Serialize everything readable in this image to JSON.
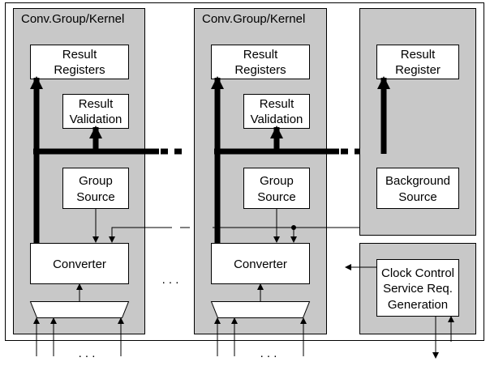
{
  "group_left": {
    "title": "Conv.Group/Kernel",
    "result_registers": [
      "Result",
      "Registers"
    ],
    "result_validation": [
      "Result",
      "Validation"
    ],
    "group_source": [
      "Group",
      "Source"
    ],
    "converter": "Converter",
    "input_ellipsis": ". . ."
  },
  "group_middle": {
    "title": "Conv.Group/Kernel",
    "result_registers": [
      "Result",
      "Registers"
    ],
    "result_validation": [
      "Result",
      "Validation"
    ],
    "group_source": [
      "Group",
      "Source"
    ],
    "converter": "Converter",
    "input_ellipsis": ". . ."
  },
  "background": {
    "result_register": [
      "Result",
      "Register"
    ],
    "background_source": [
      "Background",
      "Source"
    ]
  },
  "clock_control": [
    "Clock Control",
    "Service Req.",
    "Generation"
  ],
  "between_groups_ellipsis": ". . ."
}
